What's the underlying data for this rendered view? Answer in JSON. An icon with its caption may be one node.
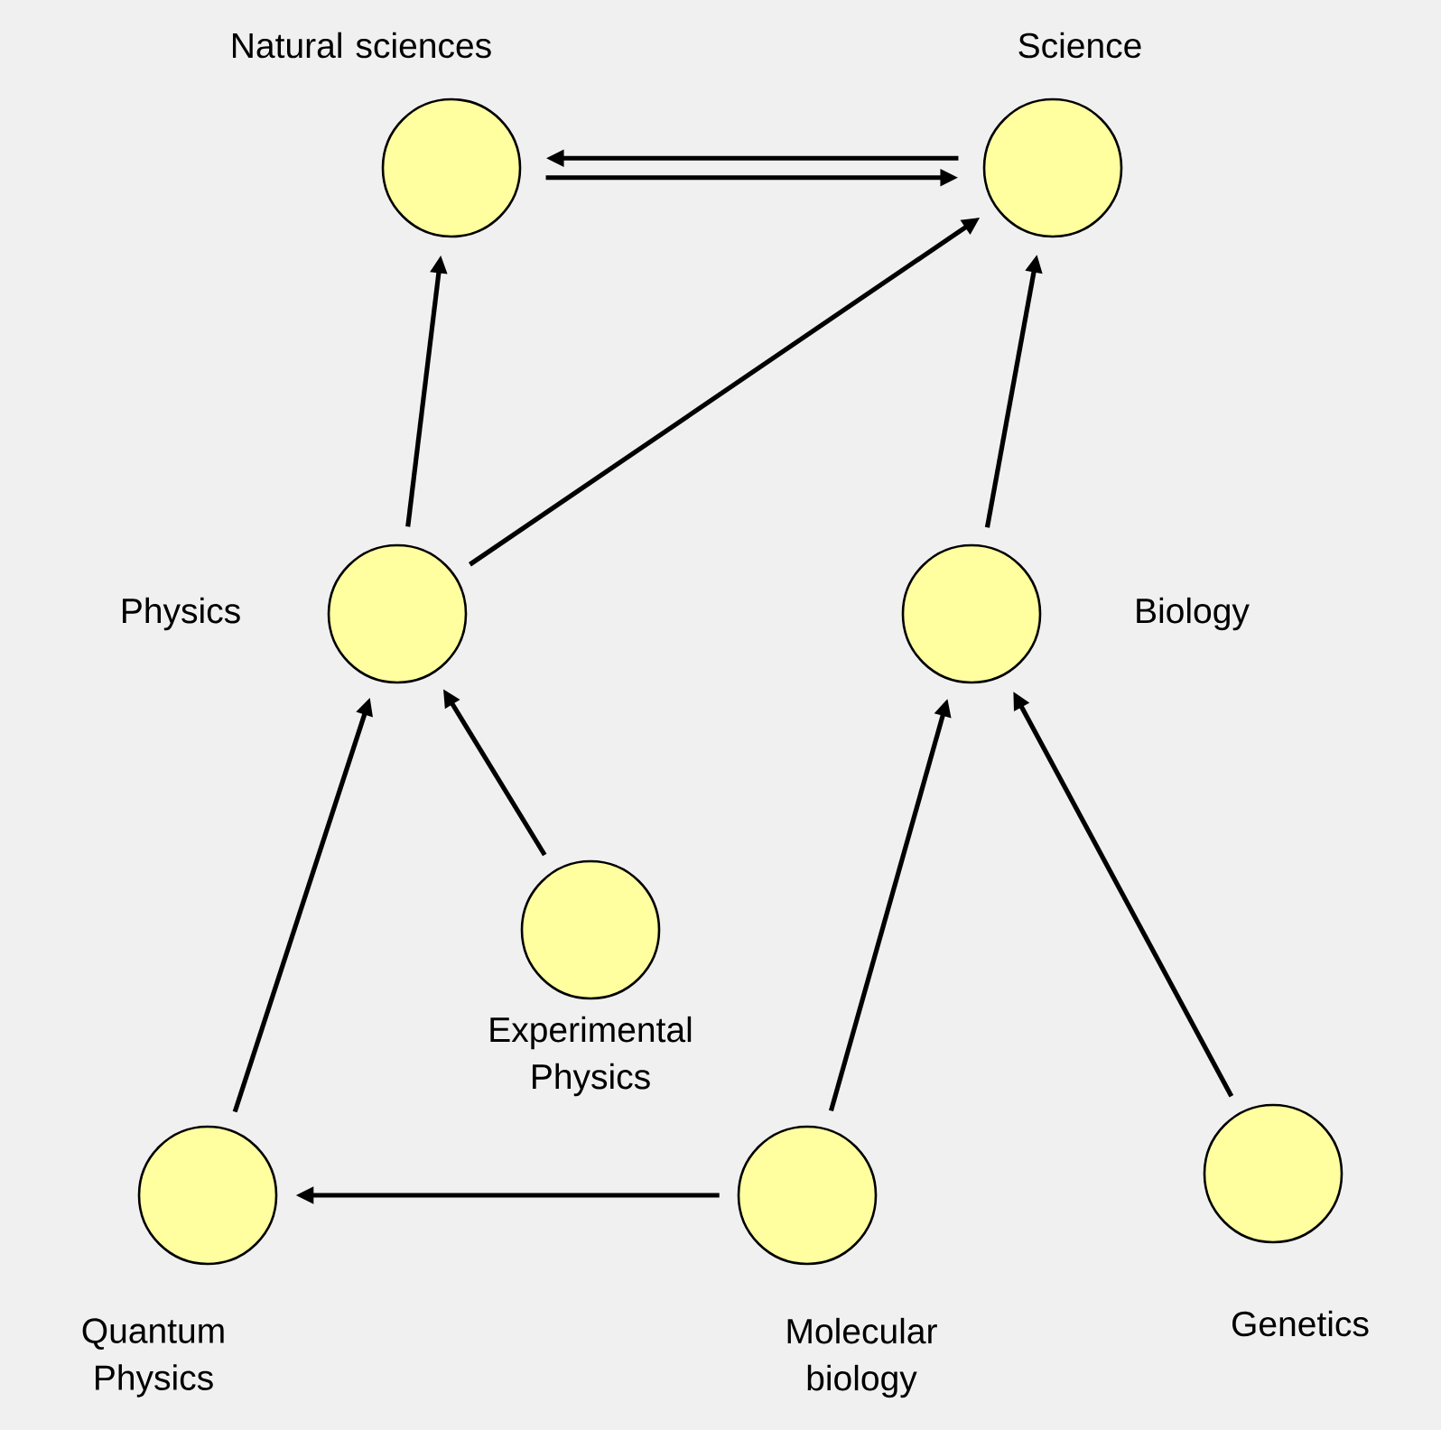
{
  "diagram": {
    "nodes": [
      {
        "text": [
          "Natural sciences"
        ]
      },
      {
        "text": [
          "Science"
        ]
      },
      {
        "text": [
          "Physics"
        ]
      },
      {
        "text": [
          "Biology"
        ]
      },
      {
        "text": [
          "Experimental Physics"
        ]
      },
      {
        "text": [
          "Quantum Physics"
        ]
      },
      {
        "text": [
          "Molecular biology"
        ]
      },
      {
        "text": [
          "Genetics"
        ]
      }
    ],
    "edges": [
      {
        "from": 1,
        "to": 0,
        "arrow": "to"
      },
      {
        "from": 0,
        "to": 1,
        "arrow": "to"
      },
      {
        "from": 2,
        "to": 0,
        "arrow": "to"
      },
      {
        "from": 2,
        "to": 1,
        "arrow": "to"
      },
      {
        "from": 3,
        "to": 1,
        "arrow": "to"
      },
      {
        "from": 4,
        "to": 2,
        "arrow": "to"
      },
      {
        "from": 5,
        "to": 2,
        "arrow": "to"
      },
      {
        "from": 6,
        "to": 5,
        "arrow": "to"
      },
      {
        "from": 6,
        "to": 3,
        "arrow": "to"
      },
      {
        "from": 7,
        "to": 3,
        "arrow": "to"
      }
    ]
  }
}
